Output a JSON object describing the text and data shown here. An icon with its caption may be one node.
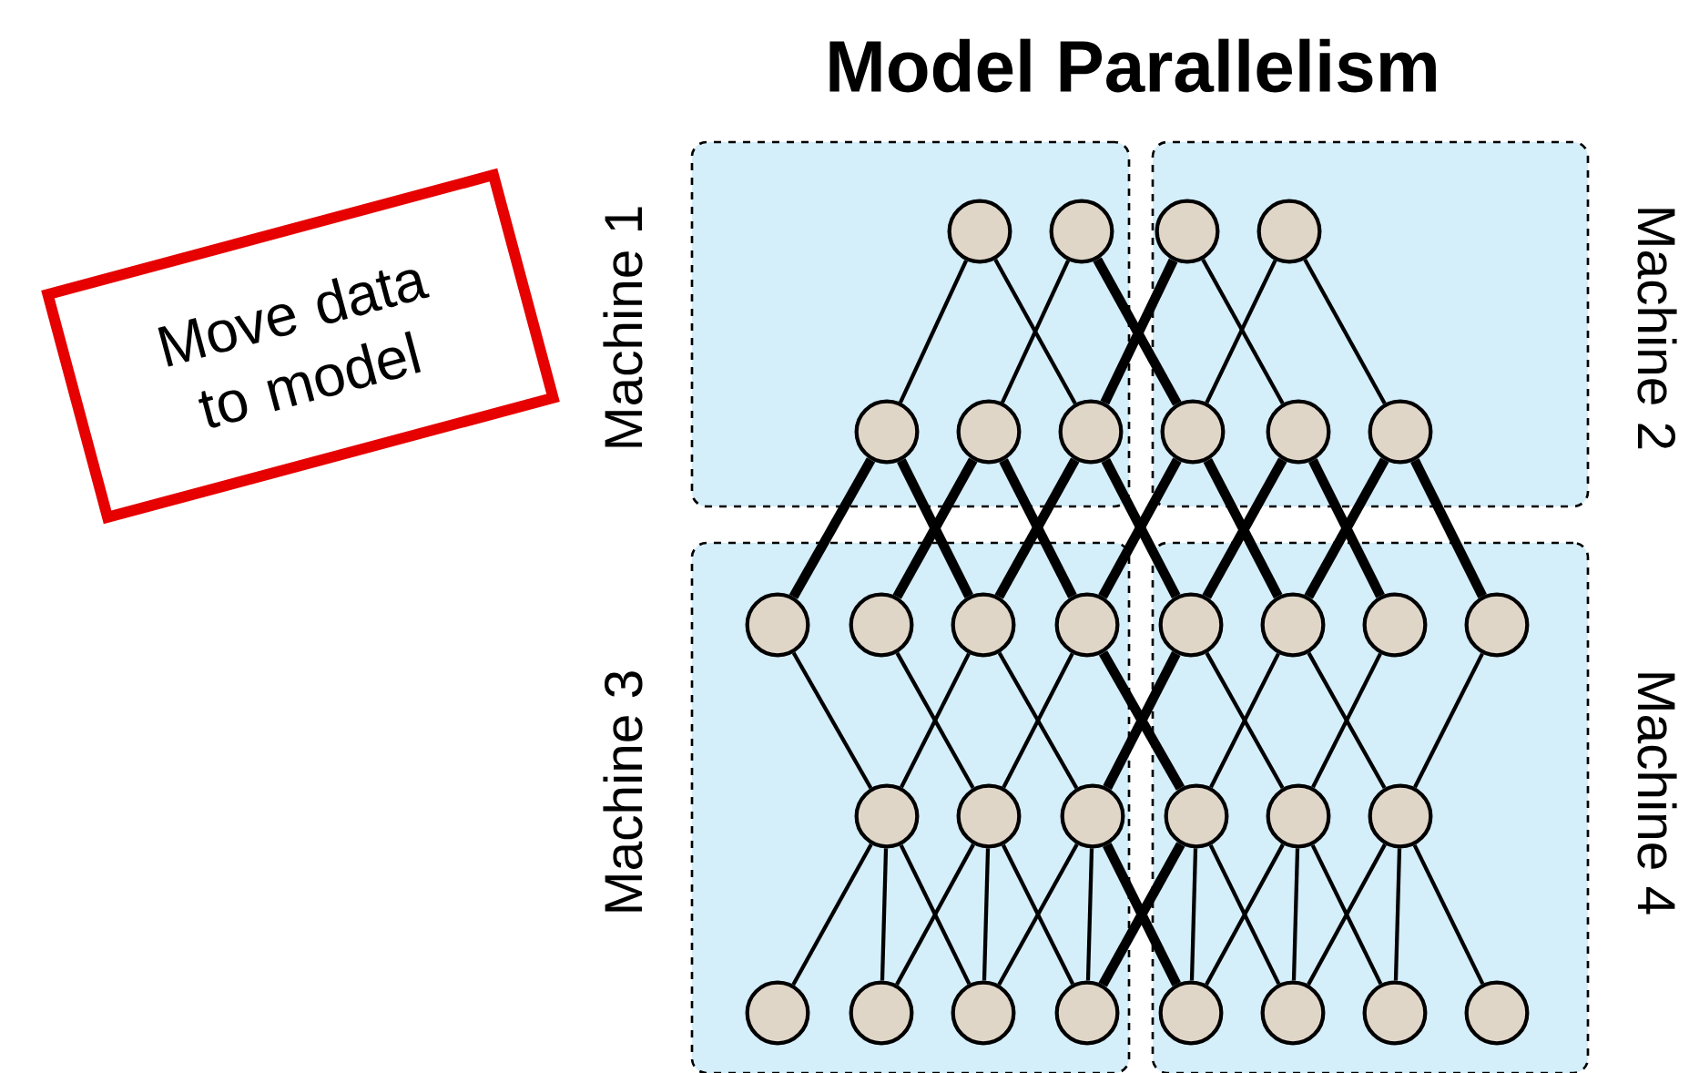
{
  "diagram": {
    "title": "Model Parallelism",
    "nodes": [
      {
        "text": [
          "Move data to model"
        ]
      },
      {
        "text": [
          "Machine 1"
        ]
      },
      {
        "text": [
          "Machine 2"
        ]
      },
      {
        "text": [
          "Machine 3"
        ]
      },
      {
        "text": [
          "Machine 4"
        ]
      },
      {
        "text": [],
        "shape": "circle",
        "in": 1
      },
      {
        "text": [],
        "shape": "circle",
        "in": 1
      },
      {
        "text": [],
        "shape": "circle",
        "in": 2
      },
      {
        "text": [],
        "shape": "circle",
        "in": 2
      },
      {
        "text": [],
        "shape": "circle",
        "in": 1
      },
      {
        "text": [],
        "shape": "circle",
        "in": 1
      },
      {
        "text": [],
        "shape": "circle",
        "in": 1
      },
      {
        "text": [],
        "shape": "circle",
        "in": 2
      },
      {
        "text": [],
        "shape": "circle",
        "in": 2
      },
      {
        "text": [],
        "shape": "circle",
        "in": 2
      },
      {
        "text": [],
        "shape": "circle",
        "in": 3
      },
      {
        "text": [],
        "shape": "circle",
        "in": 3
      },
      {
        "text": [],
        "shape": "circle",
        "in": 3
      },
      {
        "text": [],
        "shape": "circle",
        "in": 3
      },
      {
        "text": [],
        "shape": "circle",
        "in": 4
      },
      {
        "text": [],
        "shape": "circle",
        "in": 4
      },
      {
        "text": [],
        "shape": "circle",
        "in": 4
      },
      {
        "text": [],
        "shape": "circle",
        "in": 4
      },
      {
        "text": [],
        "shape": "circle",
        "in": 3
      },
      {
        "text": [],
        "shape": "circle",
        "in": 3
      },
      {
        "text": [],
        "shape": "circle",
        "in": 3
      },
      {
        "text": [],
        "shape": "circle",
        "in": 4
      },
      {
        "text": [],
        "shape": "circle",
        "in": 4
      },
      {
        "text": [],
        "shape": "circle",
        "in": 4
      },
      {
        "text": [],
        "shape": "circle",
        "in": 3
      },
      {
        "text": [],
        "shape": "circle",
        "in": 3
      },
      {
        "text": [],
        "shape": "circle",
        "in": 3
      },
      {
        "text": [],
        "shape": "circle",
        "in": 3
      },
      {
        "text": [],
        "shape": "circle",
        "in": 4
      },
      {
        "text": [],
        "shape": "circle",
        "in": 4
      },
      {
        "text": [],
        "shape": "circle",
        "in": 4
      },
      {
        "text": [],
        "shape": "circle",
        "in": 4
      }
    ],
    "edges": [
      {
        "from": 5,
        "to": 9,
        "arrow": "none"
      },
      {
        "from": 5,
        "to": 11,
        "arrow": "none"
      },
      {
        "from": 6,
        "to": 10,
        "arrow": "none"
      },
      {
        "from": 6,
        "to": 12,
        "arrow": "none",
        "style": "thick"
      },
      {
        "from": 7,
        "to": 11,
        "arrow": "none",
        "style": "thick"
      },
      {
        "from": 7,
        "to": 13,
        "arrow": "none"
      },
      {
        "from": 8,
        "to": 12,
        "arrow": "none"
      },
      {
        "from": 8,
        "to": 14,
        "arrow": "none"
      },
      {
        "from": 9,
        "to": 15,
        "arrow": "none",
        "style": "thick"
      },
      {
        "from": 9,
        "to": 17,
        "arrow": "none",
        "style": "thick"
      },
      {
        "from": 10,
        "to": 16,
        "arrow": "none",
        "style": "thick"
      },
      {
        "from": 10,
        "to": 18,
        "arrow": "none",
        "style": "thick"
      },
      {
        "from": 11,
        "to": 17,
        "arrow": "none",
        "style": "thick"
      },
      {
        "from": 11,
        "to": 19,
        "arrow": "none",
        "style": "thick"
      },
      {
        "from": 12,
        "to": 18,
        "arrow": "none",
        "style": "thick"
      },
      {
        "from": 12,
        "to": 20,
        "arrow": "none",
        "style": "thick"
      },
      {
        "from": 13,
        "to": 19,
        "arrow": "none",
        "style": "thick"
      },
      {
        "from": 13,
        "to": 21,
        "arrow": "none",
        "style": "thick"
      },
      {
        "from": 14,
        "to": 20,
        "arrow": "none",
        "style": "thick"
      },
      {
        "from": 14,
        "to": 22,
        "arrow": "none",
        "style": "thick"
      },
      {
        "from": 15,
        "to": 23,
        "arrow": "none"
      },
      {
        "from": 16,
        "to": 24,
        "arrow": "none"
      },
      {
        "from": 17,
        "to": 23,
        "arrow": "none"
      },
      {
        "from": 17,
        "to": 25,
        "arrow": "none"
      },
      {
        "from": 18,
        "to": 24,
        "arrow": "none"
      },
      {
        "from": 18,
        "to": 26,
        "arrow": "none",
        "style": "thick"
      },
      {
        "from": 19,
        "to": 25,
        "arrow": "none",
        "style": "thick"
      },
      {
        "from": 19,
        "to": 27,
        "arrow": "none"
      },
      {
        "from": 20,
        "to": 26,
        "arrow": "none"
      },
      {
        "from": 20,
        "to": 28,
        "arrow": "none"
      },
      {
        "from": 21,
        "to": 27,
        "arrow": "none"
      },
      {
        "from": 22,
        "to": 28,
        "arrow": "none"
      },
      {
        "from": 23,
        "to": 29,
        "arrow": "none"
      },
      {
        "from": 23,
        "to": 30,
        "arrow": "none"
      },
      {
        "from": 23,
        "to": 31,
        "arrow": "none"
      },
      {
        "from": 24,
        "to": 30,
        "arrow": "none"
      },
      {
        "from": 24,
        "to": 31,
        "arrow": "none"
      },
      {
        "from": 24,
        "to": 32,
        "arrow": "none"
      },
      {
        "from": 25,
        "to": 31,
        "arrow": "none"
      },
      {
        "from": 25,
        "to": 32,
        "arrow": "none"
      },
      {
        "from": 25,
        "to": 33,
        "arrow": "none",
        "style": "thick"
      },
      {
        "from": 26,
        "to": 32,
        "arrow": "none",
        "style": "thick"
      },
      {
        "from": 26,
        "to": 33,
        "arrow": "none"
      },
      {
        "from": 26,
        "to": 34,
        "arrow": "none"
      },
      {
        "from": 27,
        "to": 33,
        "arrow": "none"
      },
      {
        "from": 27,
        "to": 34,
        "arrow": "none"
      },
      {
        "from": 27,
        "to": 35,
        "arrow": "none"
      },
      {
        "from": 28,
        "to": 34,
        "arrow": "none"
      },
      {
        "from": 28,
        "to": 35,
        "arrow": "none"
      },
      {
        "from": 28,
        "to": 36,
        "arrow": "none"
      }
    ]
  }
}
